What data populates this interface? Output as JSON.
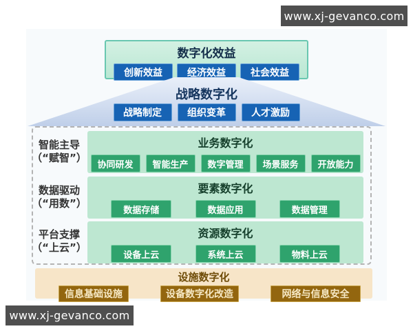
{
  "watermark": {
    "top": "www.xj-gevanco.com",
    "bottom": "www.xj-gevanco.com"
  },
  "benefit": {
    "title": "数字化效益",
    "items": [
      "创新效益",
      "经济效益",
      "社会效益"
    ]
  },
  "strategy": {
    "title": "战略数字化",
    "items": [
      "战略制定",
      "组织变革",
      "人才激励"
    ]
  },
  "rows": [
    {
      "label_line1": "智能主导",
      "label_line2": "（“赋智”）",
      "title": "业务数字化",
      "items": [
        "协同研发",
        "智能生产",
        "数字管理",
        "场景服务",
        "开放能力"
      ]
    },
    {
      "label_line1": "数据驱动",
      "label_line2": "（“用数”）",
      "title": "要素数字化",
      "items": [
        "数据存储",
        "数据应用",
        "数据管理"
      ]
    },
    {
      "label_line1": "平台支撑",
      "label_line2": "（“上云”）",
      "title": "资源数字化",
      "items": [
        "设备上云",
        "系统上云",
        "物料上云"
      ]
    }
  ],
  "facility": {
    "title": "设施数字化",
    "items": [
      "信息基础设施",
      "设备数字化改造",
      "网络与信息安全"
    ]
  },
  "colors": {
    "blue_button": "#1763b4",
    "teal_border": "#69c7b0",
    "mint_panel": "#c6ecda",
    "triangle_blue": "#bfcfe9",
    "green_button": "#2fa36d",
    "green_panel": "#bde7d1",
    "facility_panel": "#f7e5c8",
    "gold_button": "#93660f",
    "watermark_bg": "#4f4f4f"
  }
}
